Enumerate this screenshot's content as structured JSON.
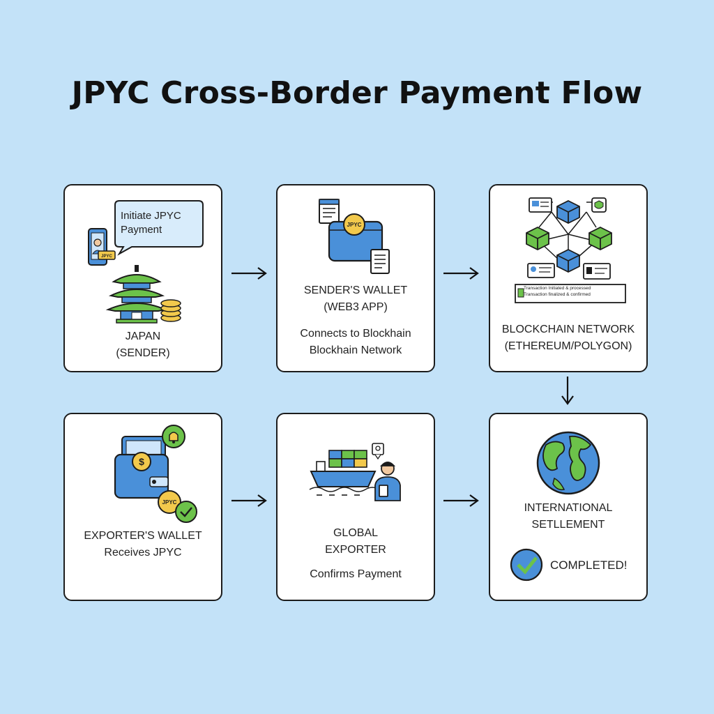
{
  "title": "JPYC Cross-Border Payment Flow",
  "colors": {
    "background": "#c3e2f8",
    "blue": "#4a90d9",
    "green": "#6cc24a",
    "yellow": "#f2c94c"
  },
  "steps": [
    {
      "bubble": "Initiate JPYC Payment",
      "coin_label": "JPYC",
      "lines": [
        "JAPAN",
        "(SENDER)"
      ]
    },
    {
      "coin_label": "JPYC",
      "lines": [
        "SENDER'S WALLET",
        "(WEB3 APP)"
      ],
      "description": [
        "Connects to Blockhain",
        "Blockhain Network"
      ]
    },
    {
      "status": [
        "Transaction Initiated & processed",
        "Transaction finalized & confirmed"
      ],
      "lines": [
        "BLOCKCHAIN NETWORK",
        "(ETHEREUM/POLYGON)"
      ]
    },
    {
      "coin_label": "JPYC",
      "lines": [
        "EXPORTER'S WALLET",
        "Receives JPYC"
      ]
    },
    {
      "lines": [
        "GLOBAL",
        "EXPORTER"
      ],
      "description": [
        "Confirms Payment"
      ]
    },
    {
      "lines": [
        "INTERNATIONAL",
        "SETLLEMENT"
      ],
      "status": "COMPLETED!"
    }
  ]
}
